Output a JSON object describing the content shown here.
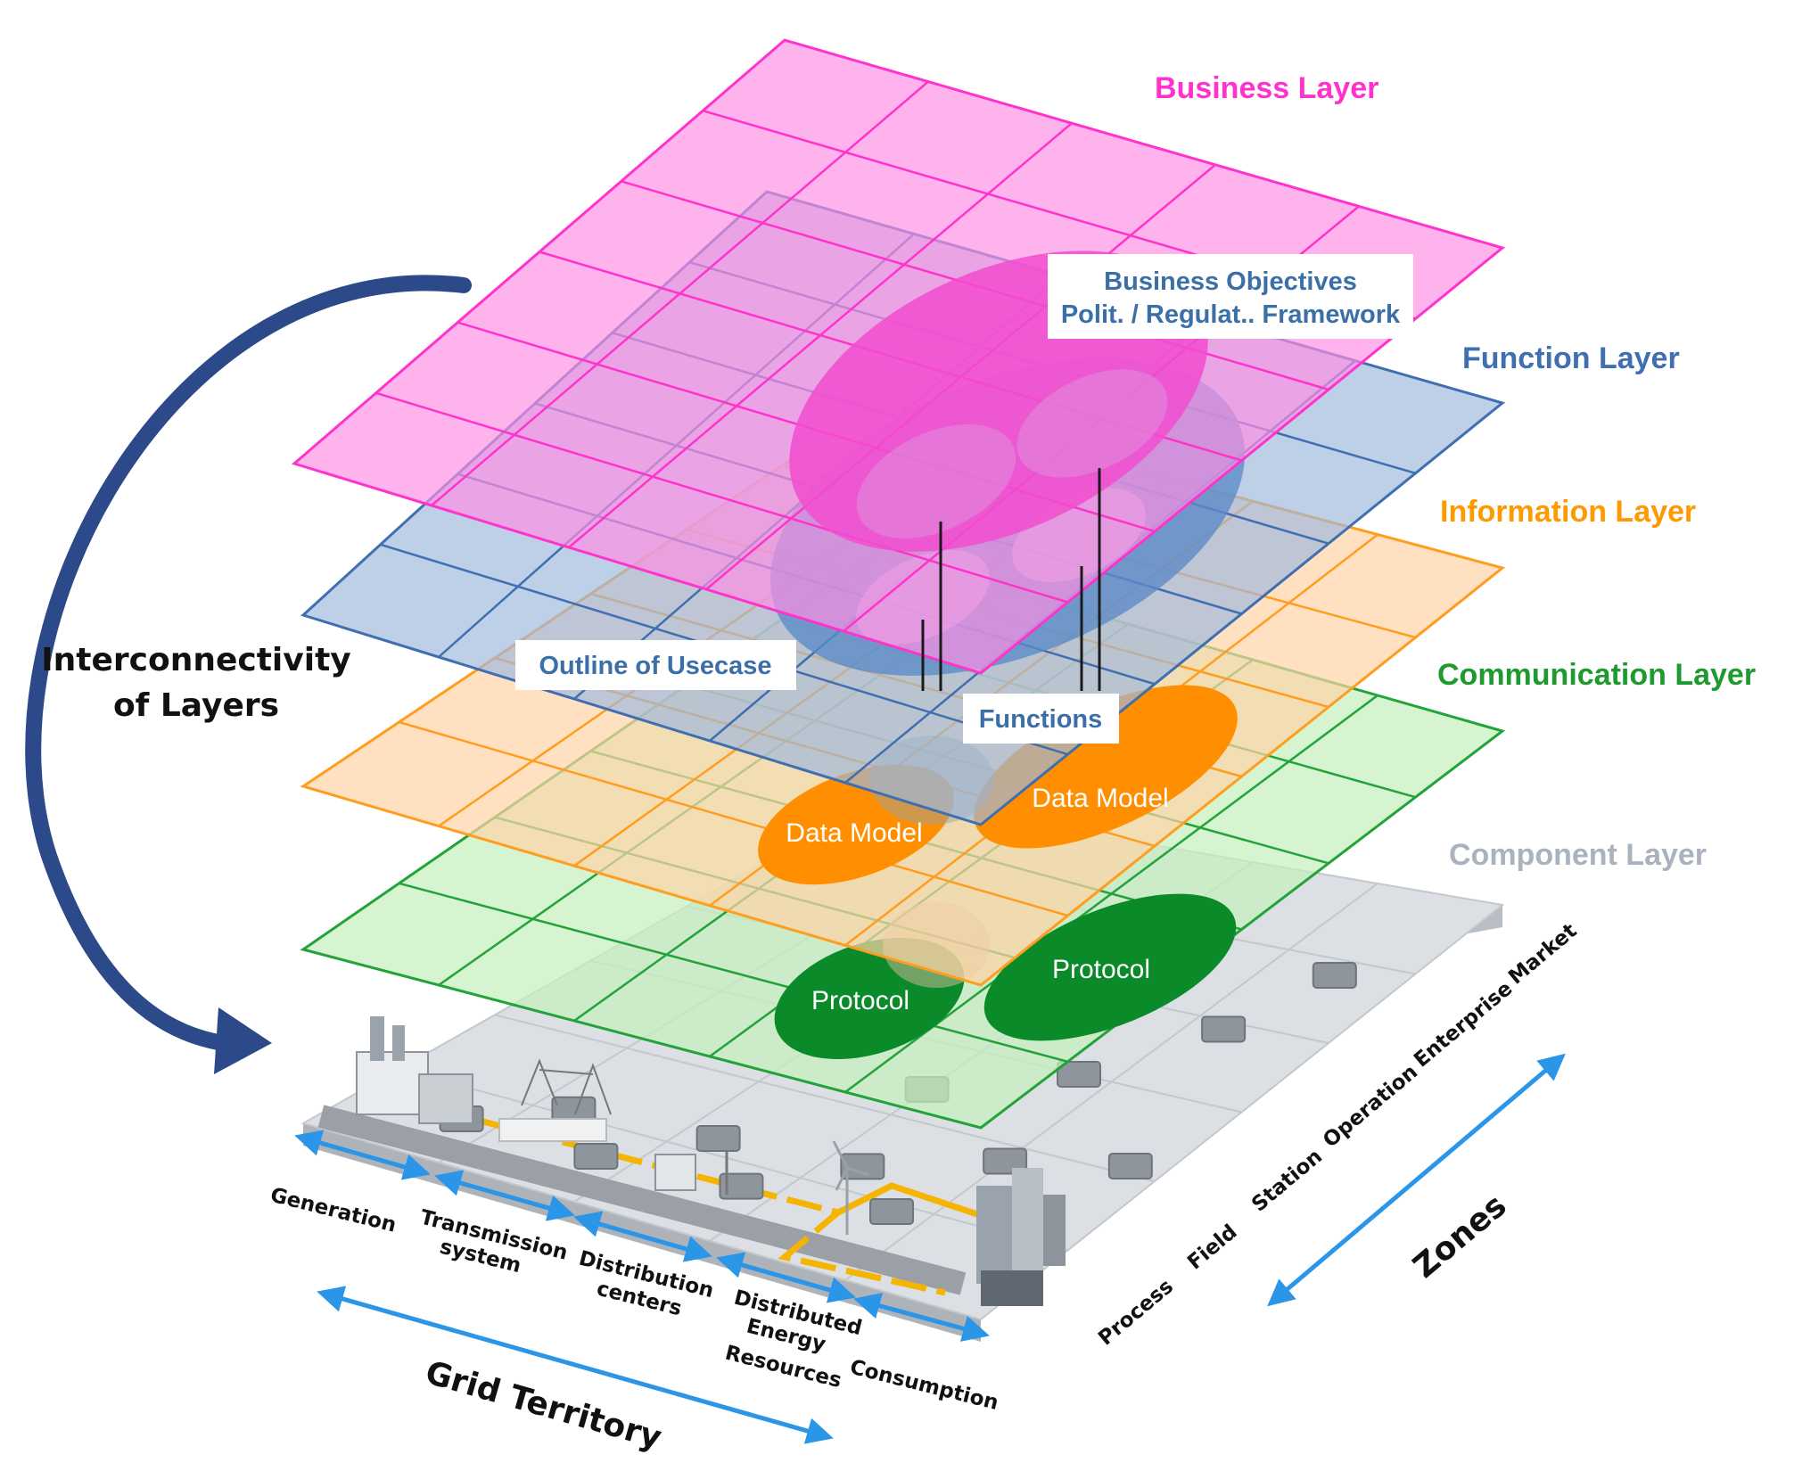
{
  "layers": {
    "business": {
      "label": "Business Layer",
      "color": "#ff33cc"
    },
    "function": {
      "label": "Function Layer",
      "color": "#3f6fb0"
    },
    "information": {
      "label": "Information Layer",
      "color": "#ff9900"
    },
    "communication": {
      "label": "Communication Layer",
      "color": "#1e9a2e"
    },
    "component": {
      "label": "Component Layer",
      "color": "#a9b2bd"
    }
  },
  "callouts": {
    "business_objectives_line1": "Business Objectives",
    "business_objectives_line2": "Polit. / Regulat.. Framework",
    "outline_usecase": "Outline of Usecase",
    "functions": "Functions"
  },
  "ellipses": {
    "data_model_left": "Data Model",
    "data_model_right": "Data Model",
    "protocol_left": "Protocol",
    "protocol_right": "Protocol"
  },
  "interconnectivity": {
    "line1": "Interconnectivity",
    "line2": "of Layers"
  },
  "domains": {
    "generation": "Generation",
    "transmission": [
      "Transmission",
      "system"
    ],
    "distribution": [
      "Distribution",
      "centers"
    ],
    "der": [
      "Distributed",
      "Energy",
      "Resources"
    ],
    "consumption": "Consumption",
    "title": "Grid Territory"
  },
  "zones": {
    "items": [
      "Process",
      "Field",
      "Station",
      "Operation",
      "Enterprise",
      "Market"
    ],
    "title": "Zones"
  },
  "colors": {
    "arrow_dark": "#2c4a8a",
    "axis_arrow": "#2b95e8",
    "grid_base": "#dcdfe3",
    "road": "#9aa0a6",
    "power_line": "#f5b400"
  }
}
